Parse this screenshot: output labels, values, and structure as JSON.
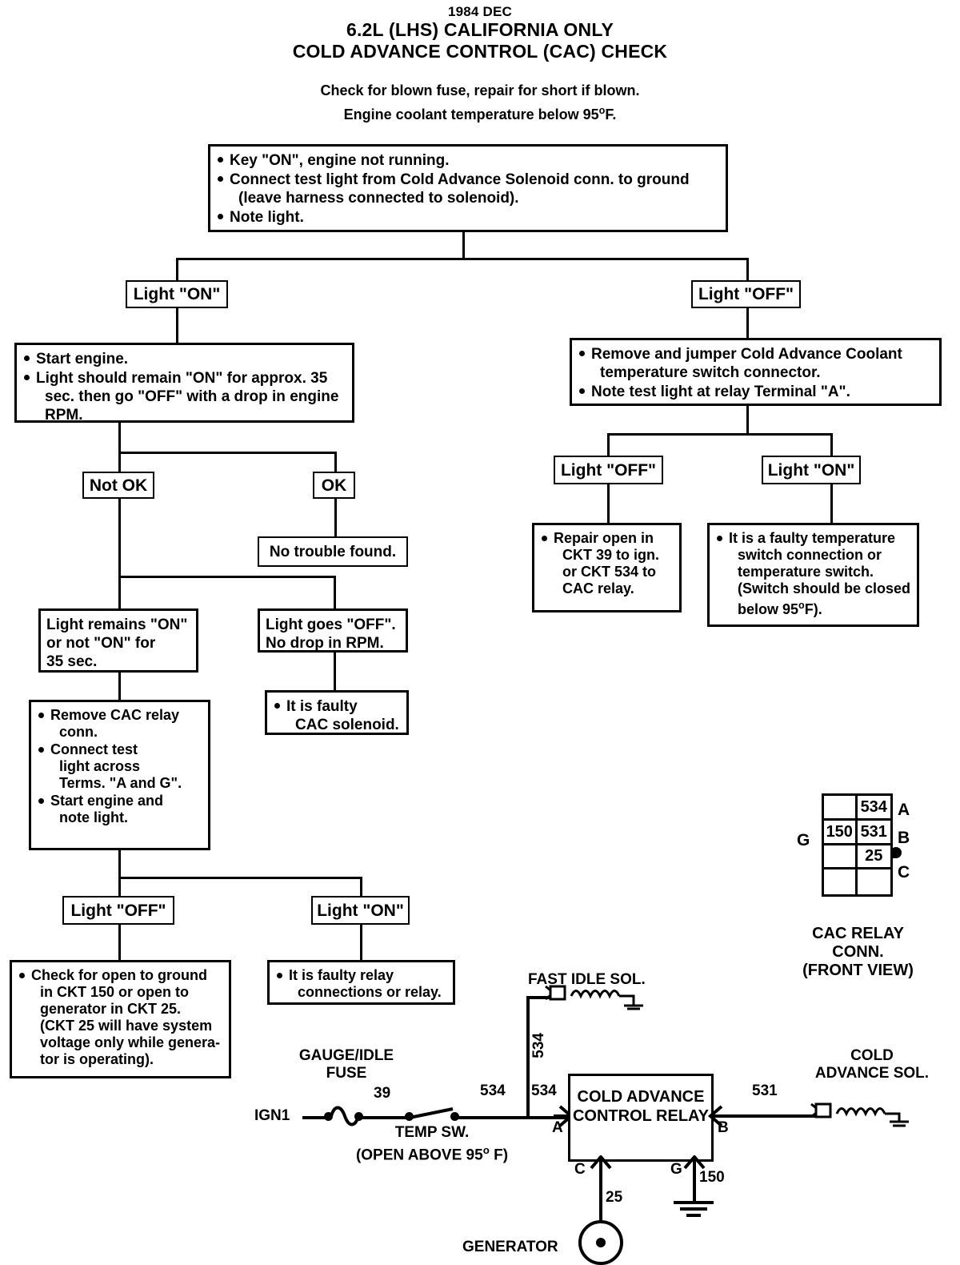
{
  "header": {
    "date": "1984 DEC",
    "line1": "6.2L (LHS) CALIFORNIA ONLY",
    "line2": "COLD ADVANCE CONTROL (CAC) CHECK",
    "note1": "Check for blown fuse, repair for short if blown.",
    "note2_a": "Engine coolant temperature below 95",
    "note2_sup": "o",
    "note2_b": "F."
  },
  "start_box": {
    "b1": "Key \"ON\", engine not running.",
    "b2": "Connect test light from Cold Advance Solenoid conn. to ground",
    "b2_cont": "(leave harness connected to solenoid).",
    "b3": "Note light."
  },
  "branch_labels": {
    "light_on": "Light \"ON\"",
    "light_off": "Light \"OFF\"",
    "not_ok": "Not OK",
    "ok": "OK"
  },
  "left": {
    "start_engine_box": {
      "b1": "Start engine.",
      "b2": "Light should remain \"ON\" for approx. 35",
      "b2_cont1": "sec. then go \"OFF\" with a drop in engine",
      "b2_cont2": "RPM."
    },
    "no_trouble": "No trouble found.",
    "light_remains": {
      "l1": "Light remains \"ON\"",
      "l2": "or not \"ON\" for",
      "l3": "35 sec."
    },
    "light_goes_off": {
      "l1": "Light goes \"OFF\".",
      "l2": "No drop in RPM."
    },
    "faulty_solenoid": {
      "l1": "It is faulty",
      "l2": "CAC solenoid."
    },
    "remove_relay_box": {
      "b1": "Remove CAC relay",
      "b1_cont": "conn.",
      "b2": "Connect test",
      "b2_cont1": "light across",
      "b2_cont2": "Terms. \"A and G\".",
      "b3": "Start engine and",
      "b3_cont": "note light."
    },
    "check_open_box": {
      "l1": "Check for open to ground",
      "l2": "in CKT 150 or open to",
      "l3": "generator in CKT 25.",
      "l4": "(CKT 25 will have system",
      "l5": "voltage only while genera-",
      "l6": "tor is operating)."
    },
    "faulty_relay_box": {
      "l1": "It is faulty relay",
      "l2": "connections or relay."
    }
  },
  "right": {
    "jumper_box": {
      "b1": "Remove and jumper Cold Advance Coolant",
      "b1_cont": "temperature switch connector.",
      "b2": "Note test light at relay Terminal \"A\"."
    },
    "repair_open_box": {
      "l1": "Repair open in",
      "l2": "CKT 39 to ign.",
      "l3": "or CKT 534 to",
      "l4": "CAC relay."
    },
    "faulty_temp_box": {
      "l1": "It is a faulty temperature",
      "l2": "switch connection or",
      "l3": "temperature switch.",
      "l4": "(Switch should be closed",
      "l5_a": "below 95",
      "l5_sup": "o",
      "l5_b": "F)."
    }
  },
  "connector": {
    "cells": [
      "",
      "534",
      "150",
      "531",
      "",
      "25",
      "",
      ""
    ],
    "tag_a": "A",
    "tag_b": "B",
    "tag_c": "C",
    "tag_g": "G",
    "caption1": "CAC RELAY",
    "caption2": "CONN.",
    "caption3": "(FRONT VIEW)"
  },
  "schematic": {
    "ign1": "IGN1",
    "fuse_l1": "GAUGE/IDLE",
    "fuse_l2": "FUSE",
    "ckt39": "39",
    "temp_sw_l1": "TEMP SW.",
    "temp_sw_l2_a": "(OPEN ABOVE 95",
    "temp_sw_l2_sup": "o",
    "temp_sw_l2_b": " F)",
    "ckt534_mid": "534",
    "ckt534_vert": "534",
    "ckt534_a": "534",
    "fast_idle": "FAST IDLE SOL.",
    "relay_l1": "COLD ADVANCE",
    "relay_l2": "CONTROL RELAY",
    "term_a": "A",
    "term_b": "B",
    "term_c": "C",
    "term_g": "G",
    "ckt531": "531",
    "cold_adv_l1": "COLD",
    "cold_adv_l2": "ADVANCE SOL.",
    "ckt25": "25",
    "ckt150": "150",
    "generator": "GENERATOR"
  }
}
